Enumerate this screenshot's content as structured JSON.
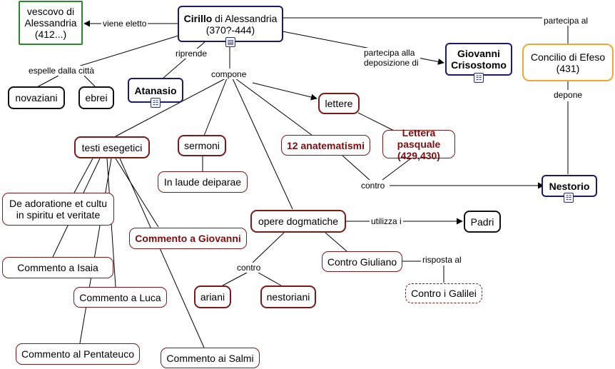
{
  "nodes": {
    "cirillo": {
      "name": "Cirillo",
      "rest": " di Alessandria",
      "line2": "(370?-444)"
    },
    "vescovo": {
      "line1": "vescovo di",
      "line2": "Alessandria",
      "line3": "(412...)"
    },
    "concilio": {
      "line1": "Concilio di Efeso",
      "line2": "(431)"
    },
    "giovanni_crisostomo": {
      "line1": "Giovanni",
      "line2": "Crisostomo"
    },
    "atanasio": "Atanasio",
    "novaziani": "novaziani",
    "ebrei": "ebrei",
    "lettere": "lettere",
    "testi_esegetici": "testi esegetici",
    "sermoni": "sermoni",
    "anatematismi": "12 anatematismi",
    "lettera_pasquale": {
      "line1": "Lettera pasquale",
      "line2": "(429,430)"
    },
    "nestorio": "Nestorio",
    "in_laude": "In laude deiparae",
    "de_adoratione": {
      "line1": "De adoratione et cultu",
      "line2": "in spiritu et veritate"
    },
    "commento_giovanni": "Commento a Giovanni",
    "opere_dogmatiche": "opere dogmatiche",
    "padri": "Padri",
    "commento_isaia": "Commento a Isaia",
    "contro_giuliano": "Contro Giuliano",
    "commento_luca": "Commento a Luca",
    "ariani": "ariani",
    "nestoriani": "nestoriani",
    "contro_galilei": "Contro i Galilei",
    "commento_pentateuco": "Commento al Pentateuco",
    "commento_salmi": "Commento ai Salmi"
  },
  "links": {
    "viene_eletto": "viene eletto",
    "partecipa_al": "partecipa al",
    "riprende": "riprende",
    "espelle": "espelle dalla città",
    "partecipa_deposizione": {
      "line1": "partecipa alla",
      "line2": "deposizione di"
    },
    "compone": "compone",
    "depone": "depone",
    "contro_nestorio": "contro",
    "utilizza": "utilizza i",
    "contro_eretici": "contro",
    "risposta": "risposta al"
  },
  "icons": {
    "cirillo": "document-icon",
    "concept_map": "concept-map-icon"
  },
  "colors": {
    "blue_border": "#1a1a6e",
    "green_border": "#2a8a2a",
    "orange_border": "#f0a830",
    "maroon_border": "#7a1a1a",
    "dark_red_text": "#7a0f0f"
  }
}
